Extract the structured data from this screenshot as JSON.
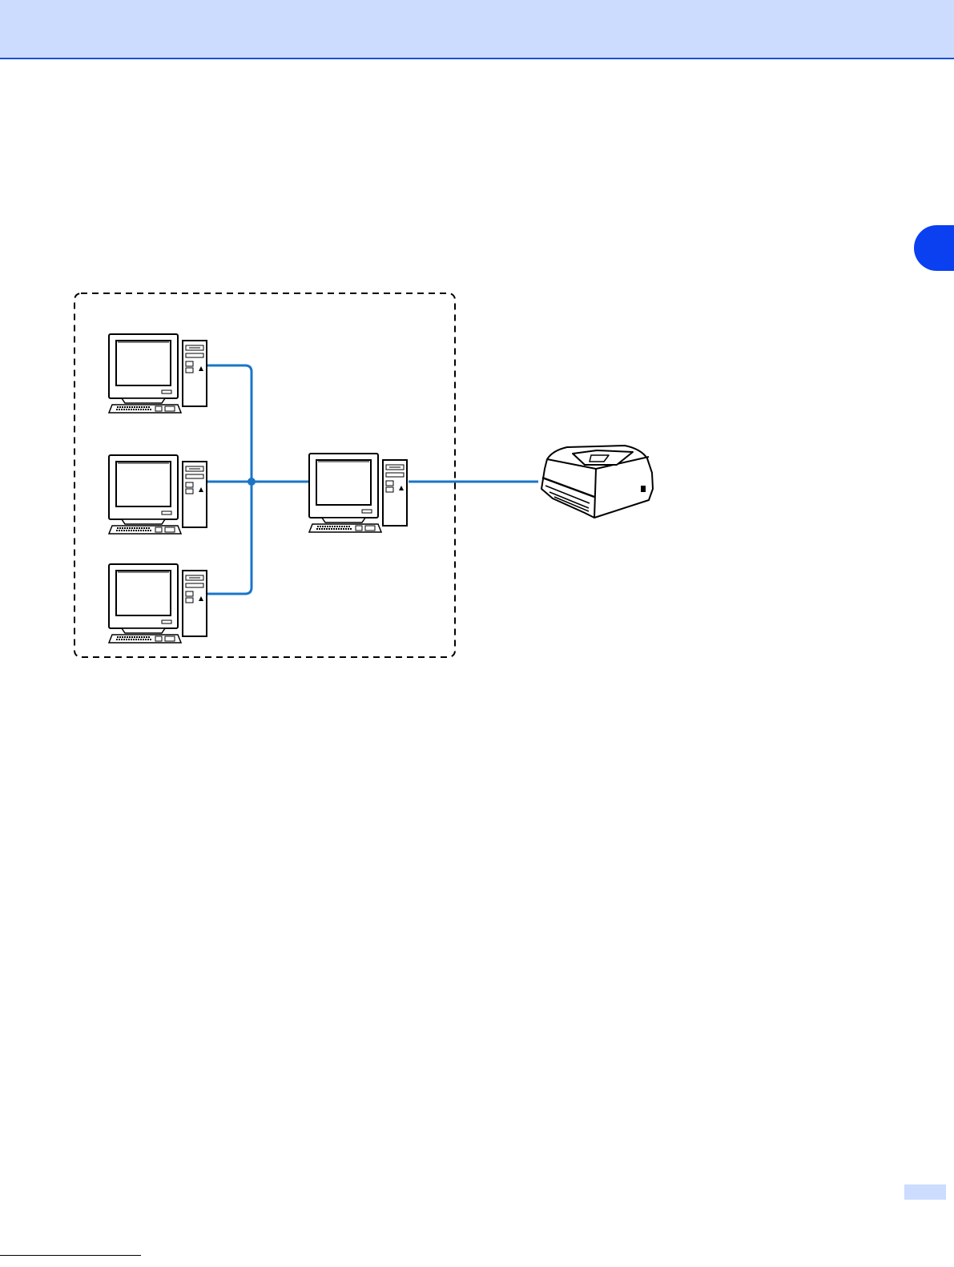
{
  "page": {
    "header_color": "#ccdcff",
    "header_rule_color": "#1a4fd6",
    "chapter_tab_color": "#0a40f0",
    "page_box_color": "#ccdcff"
  },
  "diagram": {
    "connection_color": "#1a75c8",
    "nodes": [
      {
        "id": "client-1",
        "kind": "computer"
      },
      {
        "id": "client-2",
        "kind": "computer"
      },
      {
        "id": "client-3",
        "kind": "computer"
      },
      {
        "id": "print-server",
        "kind": "computer"
      },
      {
        "id": "printer",
        "kind": "printer"
      }
    ],
    "edges": [
      {
        "from": "client-1",
        "to": "print-server"
      },
      {
        "from": "client-2",
        "to": "print-server"
      },
      {
        "from": "client-3",
        "to": "print-server"
      },
      {
        "from": "print-server",
        "to": "printer"
      }
    ],
    "group": {
      "members": [
        "client-1",
        "client-2",
        "client-3",
        "print-server"
      ],
      "style": "dashed"
    }
  }
}
